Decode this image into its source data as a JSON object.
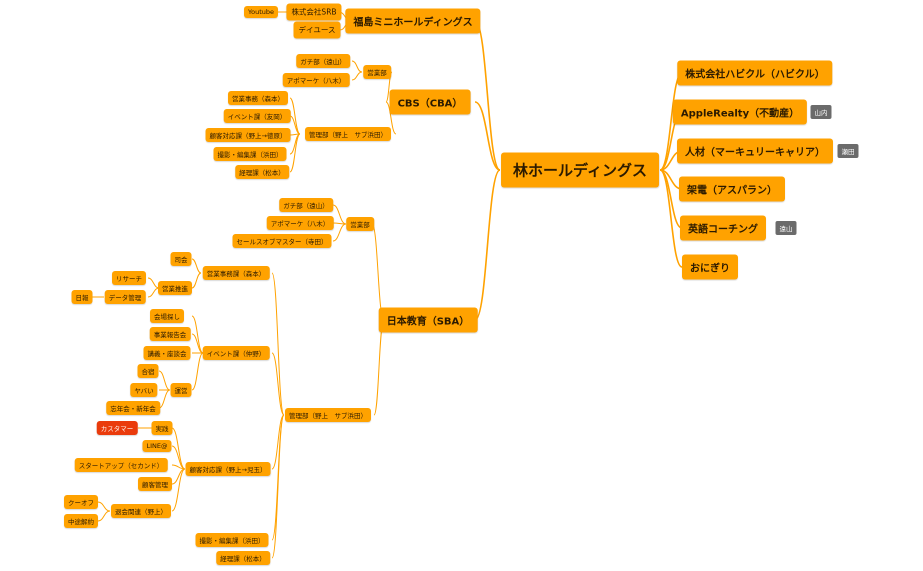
{
  "mindmap": {
    "root": "林ホールディングス",
    "right": [
      {
        "label": "株式会社ハビクル（ハビクル）"
      },
      {
        "label": "AppleRealty（不動産）",
        "tag": "山内"
      },
      {
        "label": "人材（マーキュリーキャリア）",
        "tag": "瀬田"
      },
      {
        "label": "架電（アスパラン）"
      },
      {
        "label": "英語コーチング",
        "tag": "遠山"
      },
      {
        "label": "おにぎり"
      }
    ],
    "fukushima": {
      "label": "福島ミニホールディングス",
      "srb": "株式会社SRB",
      "youtube": "Youtube",
      "days": "デイユース"
    },
    "cbs": {
      "label": "CBS（CBA）",
      "sales": "営業部",
      "sales_items": [
        "ガチ部（遠山）",
        "アポマーケ（八木）"
      ],
      "mgmt": "管理部（野上　サブ浜田）",
      "mgmt_items": [
        "営業事務（森本）",
        "イベント課（友岡）",
        "顧客対応課（野上→徳原）",
        "撮影・編集課（浜田）",
        "経理課（松本）"
      ]
    },
    "sba": {
      "label": "日本教育（SBA）",
      "sales": "営業部",
      "sales_items": [
        "ガチ部（遠山）",
        "アポマーケ（八木）",
        "セールスオブマスター（寺田）"
      ],
      "mgmt": "管理部（野上　サブ浜田）",
      "office": "営業事務課（森本）",
      "shikai": "司会",
      "suishin": "営業推進",
      "research": "リサーチ",
      "data": "データ管理",
      "nippo": "日報",
      "event": "イベント課（仲野）",
      "venue": "会場探し",
      "report": "事業報告会",
      "lecture": "講義・座談会",
      "unei": "運営",
      "gassyuku": "合宿",
      "yabai": "ヤバい",
      "bonen": "忘年会・新年会",
      "customer": "顧客対応課（野上→児玉）",
      "jissen": "実践",
      "customer_tag": "カスタマー",
      "line": "LINE@",
      "startup": "スタートアップ（セカンド）",
      "kokyaku": "顧客管理",
      "taikai": "退会関連（野上）",
      "cooloff": "クーオフ",
      "chuto": "中途解約",
      "satsuei": "撮影・編集課（浜田）",
      "keiri": "経理課（松本）"
    }
  }
}
